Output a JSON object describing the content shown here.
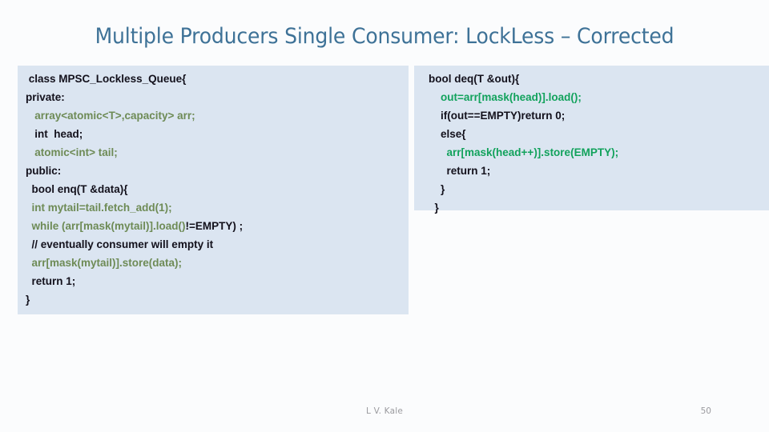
{
  "slide": {
    "title": "Multiple Producers Single Consumer: LockLess – Corrected",
    "page_background": "#fbfcfd",
    "title_color": "#3e7297",
    "code_panel_background": "#dbe5f1"
  },
  "code_left": {
    "name": "enqueue-code-block",
    "text_colors": {
      "default": "#13111c",
      "highlight": "#6e8b56"
    },
    "lines": [
      {
        "segments": [
          {
            "text": " class MPSC_Lockless_Queue{",
            "color": "dark"
          }
        ]
      },
      {
        "segments": [
          {
            "text": "private:",
            "color": "dark"
          }
        ]
      },
      {
        "segments": [
          {
            "text": "   array<atomic<T>,capacity> arr;",
            "color": "green-soft"
          }
        ]
      },
      {
        "segments": [
          {
            "text": "   int  head;",
            "color": "dark"
          }
        ]
      },
      {
        "segments": [
          {
            "text": "   atomic<int> tail;",
            "color": "green-soft"
          }
        ]
      },
      {
        "segments": [
          {
            "text": "public:",
            "color": "dark"
          }
        ]
      },
      {
        "segments": [
          {
            "text": "  bool enq(T &data){",
            "color": "dark"
          }
        ]
      },
      {
        "segments": [
          {
            "text": "  int mytail=tail.fetch_add(1);",
            "color": "green-soft"
          }
        ]
      },
      {
        "segments": [
          {
            "text": "  while (arr[mask(mytail)].load()",
            "color": "green-soft"
          },
          {
            "text": "!=EMPTY) ;",
            "color": "dark"
          }
        ]
      },
      {
        "segments": [
          {
            "text": "  // eventually consumer will empty it",
            "color": "dark"
          }
        ]
      },
      {
        "segments": [
          {
            "text": "  arr[mask(mytail)].store(data);",
            "color": "green-soft"
          }
        ]
      },
      {
        "segments": [
          {
            "text": "  return 1;",
            "color": "dark"
          }
        ]
      },
      {
        "segments": [
          {
            "text": "}",
            "color": "dark"
          }
        ]
      }
    ]
  },
  "code_right": {
    "name": "dequeue-code-block",
    "text_colors": {
      "default": "#13111c",
      "highlight": "#12a25c"
    },
    "lines": [
      {
        "segments": [
          {
            "text": "bool deq(T &out){",
            "color": "dark"
          }
        ]
      },
      {
        "segments": [
          {
            "text": "    out=arr[mask(head)].load();",
            "color": "green-vivid"
          }
        ]
      },
      {
        "segments": [
          {
            "text": "    if(out==EMPTY)return 0;",
            "color": "dark"
          }
        ]
      },
      {
        "segments": [
          {
            "text": "    else{",
            "color": "dark"
          }
        ]
      },
      {
        "segments": [
          {
            "text": "      arr[mask(head++)].store(EMPTY);",
            "color": "green-vivid"
          }
        ]
      },
      {
        "segments": [
          {
            "text": "      return 1;",
            "color": "dark"
          }
        ]
      },
      {
        "segments": [
          {
            "text": "    }",
            "color": "dark"
          }
        ]
      },
      {
        "segments": [
          {
            "text": "  }",
            "color": "dark"
          }
        ]
      }
    ]
  },
  "footer": {
    "author": "L V. Kale",
    "page_number": "50"
  }
}
